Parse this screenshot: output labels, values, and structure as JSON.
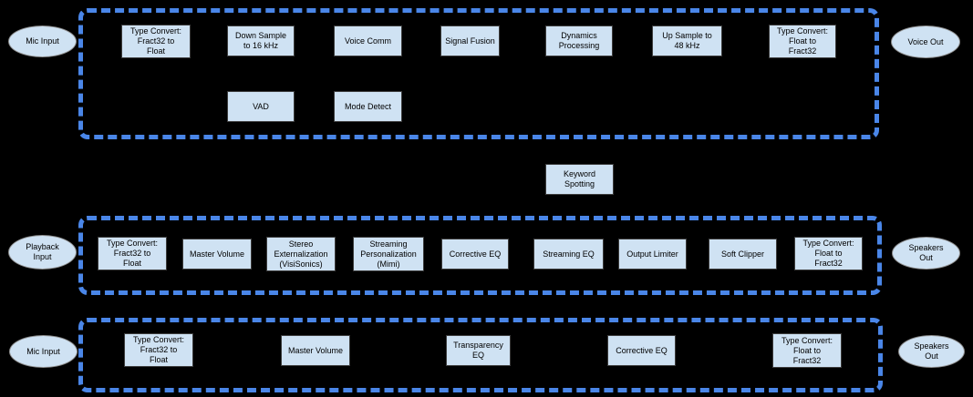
{
  "colors": {
    "background": "#000000",
    "node_fill": "#cfe2f3",
    "node_border": "#3d3d3d",
    "terminal_border": "#8f8f8f",
    "dashed_boundary": "#4a86e8",
    "text": "#000000"
  },
  "pipelines": [
    {
      "input": "Mic Input",
      "output": "Voice Out",
      "row1": [
        "Type Convert:\nFract32 to\nFloat",
        "Down Sample\nto 16 kHz",
        "Voice Comm",
        "Signal Fusion",
        "Dynamics\nProcessing",
        "Up Sample to\n48 kHz",
        "Type Convert:\nFloat to\nFract32"
      ],
      "row2": [
        "VAD",
        "Mode Detect"
      ]
    },
    {
      "input": "Playback\nInput",
      "output": "Speakers\nOut",
      "row1": [
        "Type Convert:\nFract32 to\nFloat",
        "Master Volume",
        "Stereo\nExternalization\n(VisiSonics)",
        "Streaming\nPersonalization\n(Mimi)",
        "Corrective EQ",
        "Streaming EQ",
        "Output Limiter",
        "Soft Clipper",
        "Type Convert:\nFloat to\nFract32"
      ]
    },
    {
      "input": "Mic Input",
      "output": "Speakers\nOut",
      "row1": [
        "Type Convert:\nFract32 to\nFloat",
        "Master Volume",
        "Transparency\nEQ",
        "Corrective EQ",
        "Type Convert:\nFloat to\nFract32"
      ]
    }
  ],
  "standalone_node": "Keyword\nSpotting"
}
